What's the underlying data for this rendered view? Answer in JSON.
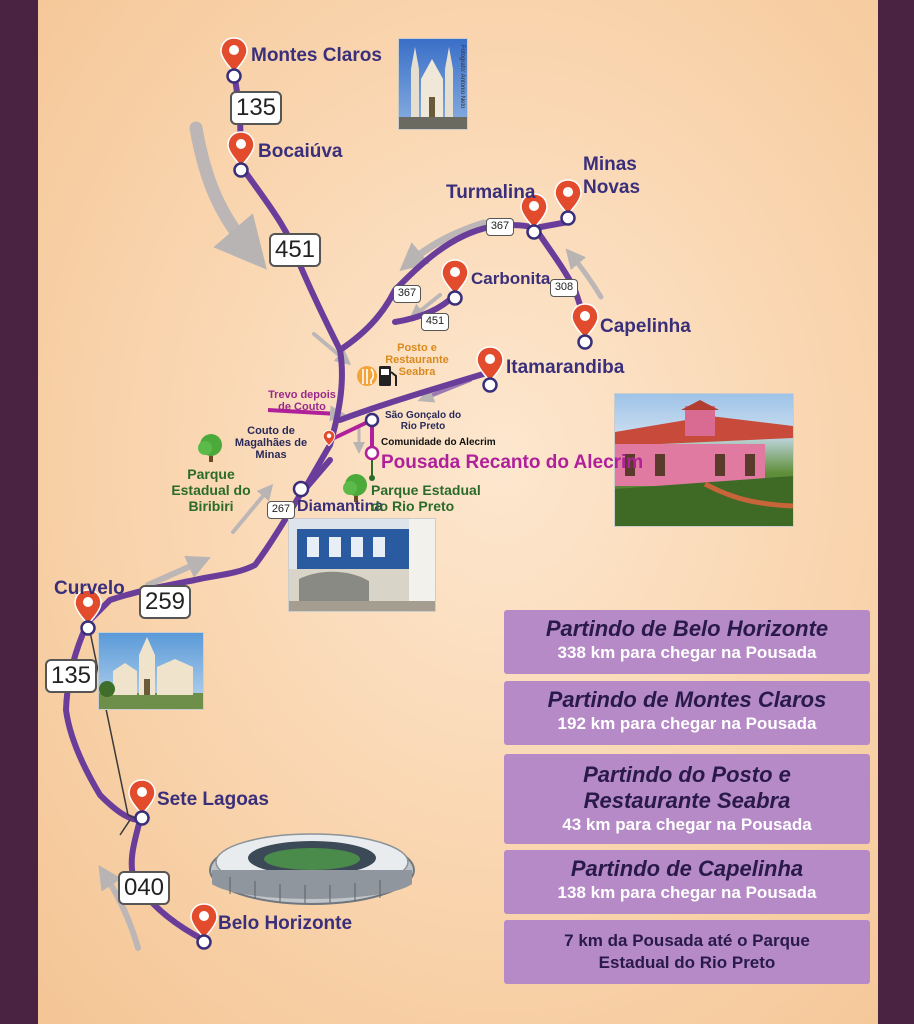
{
  "colors": {
    "route": "#6a3d9a",
    "pin": "#e24b2c",
    "panel": "#b58ac6",
    "border": "#4b2342"
  },
  "cities": {
    "montes_claros": "Montes Claros",
    "bocaiuva": "Bocaiúva",
    "turmalina": "Turmalina",
    "minas_novas": "Minas Novas",
    "carbonita": "Carbonita",
    "capelinha": "Capelinha",
    "itamarandiba": "Itamarandiba",
    "curvelo": "Curvelo",
    "sete_lagoas": "Sete Lagoas",
    "belo_horizonte": "Belo Horizonte",
    "diamantina": "Diamantina",
    "sao_goncalo": "São Gonçalo do Rio Preto",
    "comunidade": "Comunidade do Alecrim",
    "pousada": "Pousada Recanto do Alecrim",
    "couto": "Couto de Magalhães de Minas",
    "trevo": "Trevo depois de Couto",
    "posto": "Posto e Restaurante Seabra",
    "parque_biribiri": "Parque Estadual do Biribiri",
    "parque_rio_preto": "Parque Estadual do Rio Preto"
  },
  "roads": {
    "r135_top": "135",
    "r451_big": "451",
    "r367_a": "367",
    "r367_b": "367",
    "r308": "308",
    "r451_small": "451",
    "r267": "267",
    "r259": "259",
    "r135_bottom": "135",
    "r040": "040"
  },
  "photo_credit": "Fotografo: Antonio Neto",
  "icons": [
    "map-pin-icon",
    "tree-icon",
    "restaurant-icon",
    "fuel-pump-icon",
    "stadium-icon",
    "cathedral-icon",
    "church-icon",
    "colonial-street-icon",
    "pousada-photo"
  ],
  "info_boxes": [
    {
      "title": "Partindo de Belo Horizonte",
      "subtitle": "338 km para chegar na Pousada"
    },
    {
      "title": "Partindo de Montes Claros",
      "subtitle": "192 km para chegar na Pousada"
    },
    {
      "title": "Partindo do Posto e Restaurante Seabra",
      "subtitle": "43 km para chegar na Pousada"
    },
    {
      "title": "Partindo de Capelinha",
      "subtitle": "138 km para chegar na Pousada"
    },
    {
      "title": "",
      "subtitle": "7 km da Pousada até o Parque Estadual do Rio Preto"
    }
  ]
}
